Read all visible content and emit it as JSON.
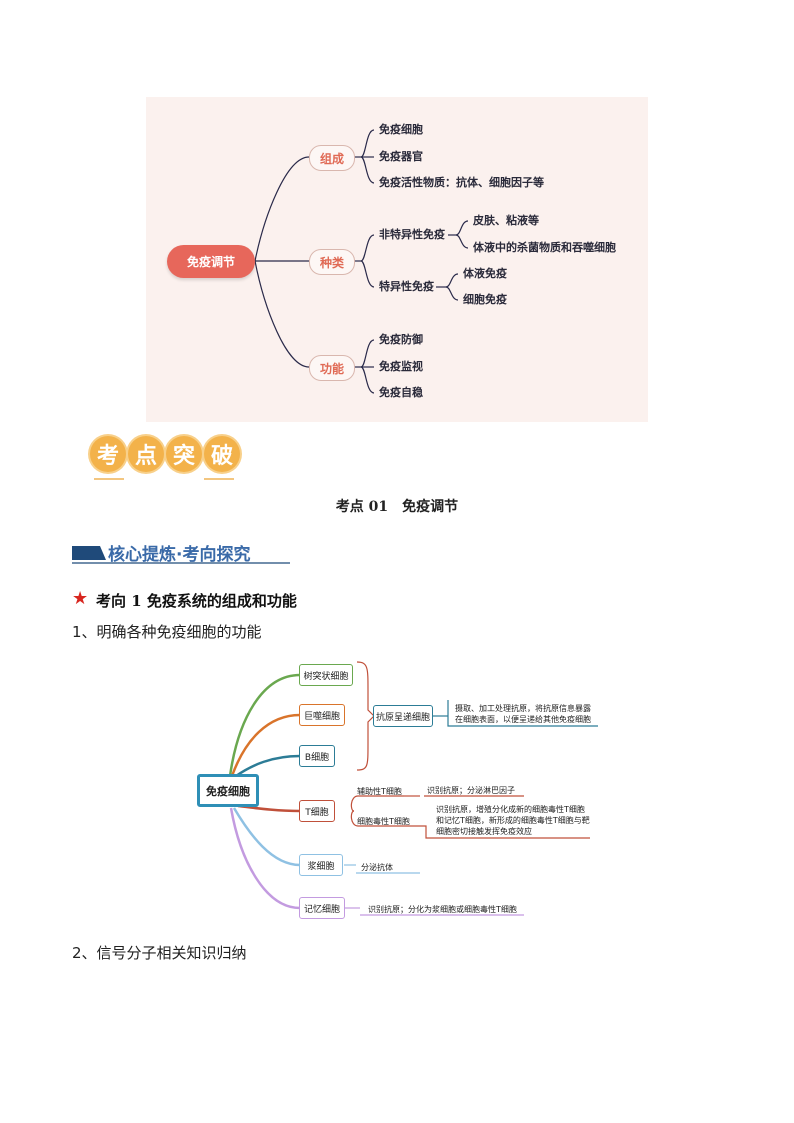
{
  "mindmap1": {
    "root": "免疫调节",
    "branches": [
      {
        "label": "组成",
        "children": [
          "免疫细胞",
          "免疫器官",
          "免疫活性物质：抗体、细胞因子等"
        ]
      },
      {
        "label": "种类",
        "nonspecific": "非特异性免疫",
        "nonspecific_children": [
          "皮肤、粘液等",
          "体液中的杀菌物质和吞噬细胞"
        ],
        "specific": "特异性免疫",
        "specific_children": [
          "体液免疫",
          "细胞免疫"
        ]
      },
      {
        "label": "功能",
        "children": [
          "免疫防御",
          "免疫监视",
          "免疫自稳"
        ]
      }
    ],
    "colors": {
      "background": "#fbf1ee",
      "root": "#e7675b",
      "label": "#e06a55",
      "line": "#2a2a4a"
    }
  },
  "badge": {
    "chars": [
      "考",
      "点",
      "突",
      "破"
    ],
    "color": "#f3b24a"
  },
  "section_title": "考点 01　免疫调节",
  "core_heading": "核心提炼·考向探究",
  "direction1": {
    "star": "★",
    "title": "考向 1  免疫系统的组成和功能"
  },
  "para1": "1、明确各种免疫细胞的功能",
  "mindmap2": {
    "root": "免疫细胞",
    "nodes": [
      "树突状细胞",
      "巨噬细胞",
      "B细胞",
      "T细胞",
      "浆细胞",
      "记忆细胞"
    ],
    "apc": "抗原呈递细胞",
    "apc_desc": [
      "摄取、加工处理抗原，将抗原信息暴露",
      "在细胞表面，以便呈递给其他免疫细胞"
    ],
    "t_helper": "辅助性T细胞",
    "t_helper_desc": "识别抗原；分泌淋巴因子",
    "t_cytotoxic": "细胞毒性T细胞",
    "t_cytotoxic_desc": [
      "识别抗原，增殖分化成新的细胞毒性T细胞",
      "和记忆T细胞，新形成的细胞毒性T细胞与靶",
      "细胞密切接触发挥免疫效应"
    ],
    "plasma_desc": "分泌抗体",
    "memory_desc": "识别抗原；分化为浆细胞或细胞毒性T细胞",
    "colors": {
      "tree": "#6aa84f",
      "macro": "#d9742b",
      "b": "#2c7c96",
      "t": "#c0503a",
      "plasma": "#8fc1e3",
      "memory": "#c39be0",
      "root": "#2f8fb6"
    }
  },
  "para2": "2、信号分子相关知识归纳"
}
